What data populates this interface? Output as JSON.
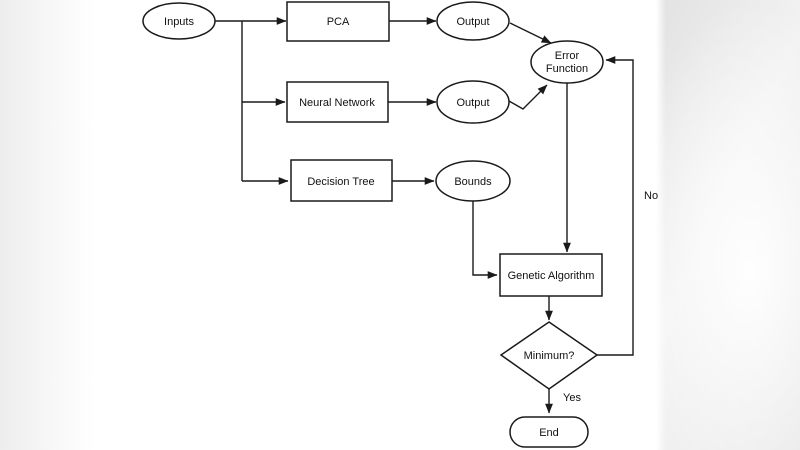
{
  "diagram": {
    "type": "flowchart",
    "nodes": {
      "inputs": {
        "label": "Inputs",
        "shape": "ellipse"
      },
      "pca": {
        "label": "PCA",
        "shape": "rect"
      },
      "pca_output": {
        "label": "Output",
        "shape": "ellipse"
      },
      "neural_network": {
        "label": "Neural Network",
        "shape": "rect"
      },
      "nn_output": {
        "label": "Output",
        "shape": "ellipse"
      },
      "decision_tree": {
        "label": "Decision Tree",
        "shape": "rect"
      },
      "bounds": {
        "label": "Bounds",
        "shape": "ellipse"
      },
      "error_function": {
        "label": "Error Function",
        "lines": [
          "Error",
          "Function"
        ],
        "shape": "ellipse"
      },
      "genetic_algorithm": {
        "label": "Genetic Algorithm",
        "shape": "rect"
      },
      "minimum": {
        "label": "Minimum?",
        "shape": "diamond"
      },
      "end": {
        "label": "End",
        "shape": "terminator"
      }
    },
    "edge_labels": {
      "yes": "Yes",
      "no": "No"
    },
    "edges": [
      {
        "from": "inputs",
        "to": "pca"
      },
      {
        "from": "inputs",
        "to": "neural_network"
      },
      {
        "from": "inputs",
        "to": "decision_tree"
      },
      {
        "from": "pca",
        "to": "pca_output"
      },
      {
        "from": "neural_network",
        "to": "nn_output"
      },
      {
        "from": "decision_tree",
        "to": "bounds"
      },
      {
        "from": "pca_output",
        "to": "error_function"
      },
      {
        "from": "nn_output",
        "to": "error_function"
      },
      {
        "from": "error_function",
        "to": "genetic_algorithm"
      },
      {
        "from": "bounds",
        "to": "genetic_algorithm"
      },
      {
        "from": "genetic_algorithm",
        "to": "minimum"
      },
      {
        "from": "minimum",
        "to": "end",
        "label": "Yes"
      },
      {
        "from": "minimum",
        "to": "error_function",
        "label": "No"
      }
    ],
    "colors": {
      "stroke": "#1a1a1a",
      "node_fill": "#ffffff",
      "text": "#111111",
      "background": "#ffffff",
      "edge_shade": "#e7e7e7"
    }
  }
}
